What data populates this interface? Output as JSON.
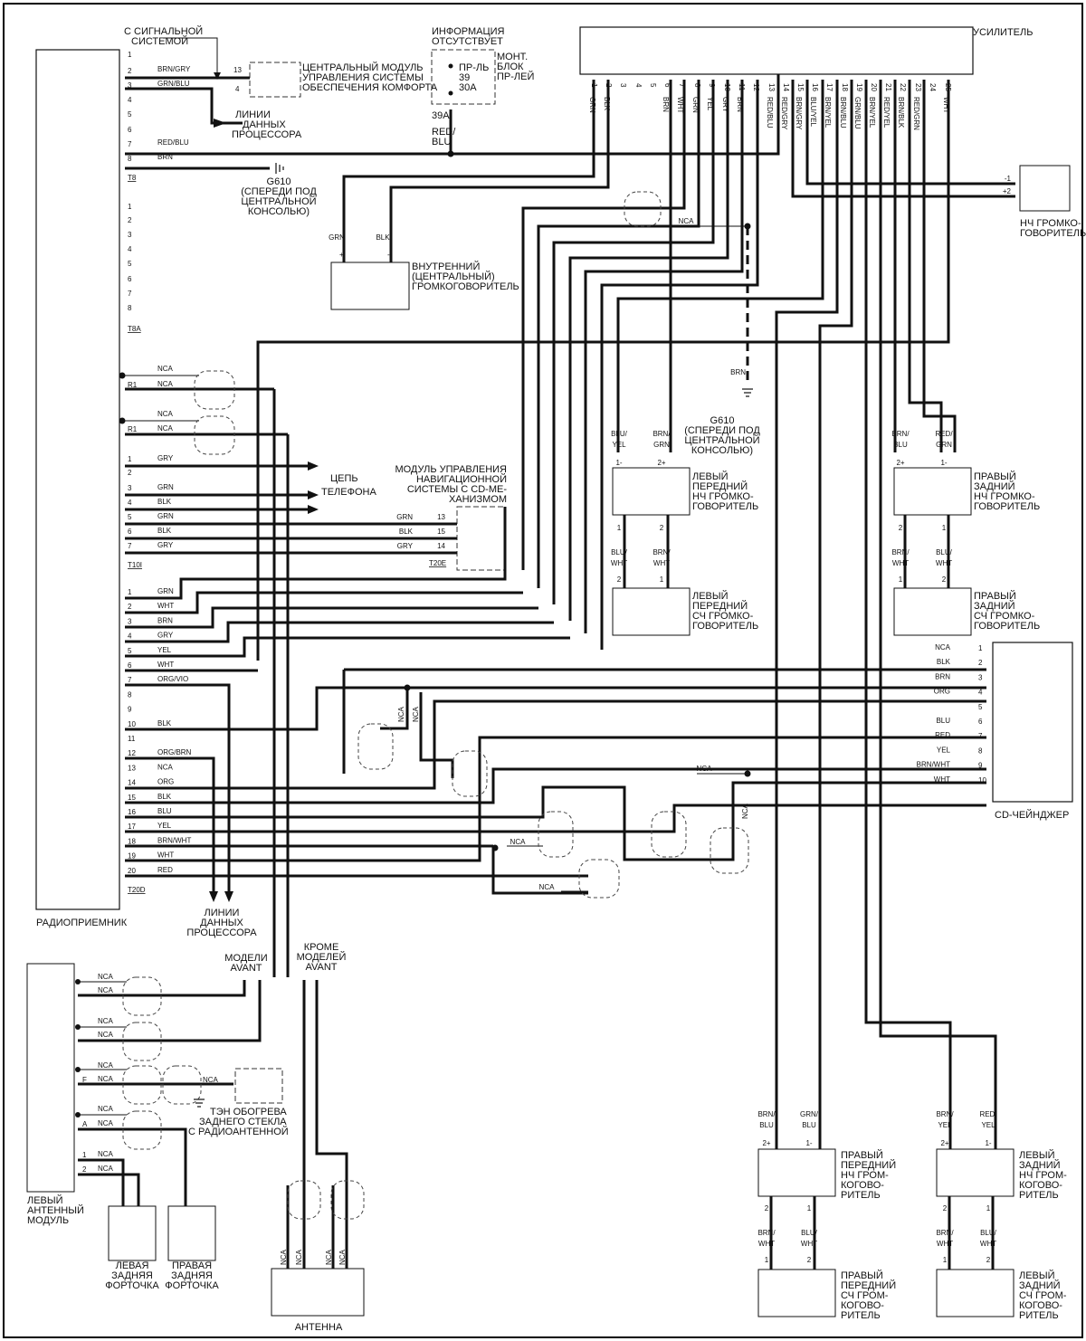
{
  "labels": {
    "radio": "РАДИОПРИЕМНИК",
    "amplifier": "УСИЛИТЕЛЬ",
    "cd_changer": "CD-ЧЕЙНДЖЕР",
    "alarm_1": "С СИГНАЛЬНОЙ",
    "alarm_2": "СИСТЕМОЙ",
    "comfort_1": "ЦЕНТРАЛЬНЫЙ МОДУЛЬ",
    "comfort_2": "УПРАВЛЕНИЯ СИСТЕМЫ",
    "comfort_3": "ОБЕСПЕЧЕНИЯ КОМФОРТА",
    "cpu_top_1": "ЛИНИИ",
    "cpu_top_2": "ДАННЫХ",
    "cpu_top_3": "ПРОЦЕССОРА",
    "no_info_1": "ИНФОРМАЦИЯ",
    "no_info_2": "ОТСУТСТВУЕТ",
    "relay_1": "МОНТ.",
    "relay_2": "БЛОК",
    "relay_3": "ПР-ЛЕЙ",
    "relay_pr": "ПР-ЛЬ",
    "relay_39": "39",
    "relay_30a": "30A",
    "relay_39a": "39A",
    "red_blu_1": "RED/",
    "red_blu_2": "BLU",
    "g610_top_1": "G610",
    "g610_top_2": "(СПЕРЕДИ ПОД",
    "g610_top_3": "ЦЕНТРАЛЬНОЙ",
    "g610_top_4": "КОНСОЛЬЮ)",
    "center_1": "ВНУТРЕННИЙ",
    "center_2": "(ЦЕНТРАЛЬНЫЙ)",
    "center_3": "ГРОМКОГОВОРИТЕЛЬ",
    "woofer_1": "НЧ ГРОМКО-",
    "woofer_2": "ГОВОРИТЕЛЬ",
    "g610_mid_1": "G610",
    "g610_mid_2": "(СПЕРЕДИ ПОД",
    "g610_mid_3": "ЦЕНТРАЛЬНОЙ",
    "g610_mid_4": "КОНСОЛЬЮ)",
    "lf_woofer_1": "ЛЕВЫЙ",
    "lf_woofer_2": "ПЕРЕДНИЙ",
    "lf_woofer_3": "НЧ ГРОМКО-",
    "lf_woofer_4": "ГОВОРИТЕЛЬ",
    "lf_mid_1": "ЛЕВЫЙ",
    "lf_mid_2": "ПЕРЕДНИЙ",
    "lf_mid_3": "СЧ ГРОМКО-",
    "lf_mid_4": "ГОВОРИТЕЛЬ",
    "rr_woofer_1": "ПРАВЫЙ",
    "rr_woofer_2": "ЗАДНИЙ",
    "rr_woofer_3": "НЧ ГРОМКО-",
    "rr_woofer_4": "ГОВОРИТЕЛЬ",
    "rr_mid_1": "ПРАВЫЙ",
    "rr_mid_2": "ЗАДНИЙ",
    "rr_mid_3": "СЧ ГРОМКО-",
    "rr_mid_4": "ГОВОРИТЕЛЬ",
    "phone_1": "ЦЕПЬ",
    "phone_2": "ТЕЛЕФОНА",
    "nav_1": "МОДУЛЬ УПРАВЛЕНИЯ",
    "nav_2": "НАВИГАЦИОННОЙ",
    "nav_3": "СИСТЕМЫ С CD-МЕ-",
    "nav_4": "ХАНИЗМОМ",
    "cpu_bot_1": "ЛИНИИ",
    "cpu_bot_2": "ДАННЫХ",
    "cpu_bot_3": "ПРОЦЕССОРА",
    "avant_1": "МОДЕЛИ",
    "avant_2": "AVANT",
    "not_avant_1": "КРОМЕ",
    "not_avant_2": "МОДЕЛЕЙ",
    "not_avant_3": "AVANT",
    "heater_1": "ТЭН ОБОГРЕВА",
    "heater_2": "ЗАДНЕГО СТЕКЛА",
    "heater_3": "С РАДИОАНТЕННОЙ",
    "antmod_1": "ЛЕВЫЙ",
    "antmod_2": "АНТЕННЫЙ",
    "antmod_3": "МОДУЛЬ",
    "lr_win_1": "ЛЕВАЯ",
    "lr_win_2": "ЗАДНЯЯ",
    "lr_win_3": "ФОРТОЧКА",
    "rr_win_1": "ПРАВАЯ",
    "rr_win_2": "ЗАДНЯЯ",
    "rr_win_3": "ФОРТОЧКА",
    "antenna": "АНТЕННА",
    "rf_woofer_1": "ПРАВЫЙ",
    "rf_woofer_2": "ПЕРЕДНИЙ",
    "rf_woofer_3": "НЧ ГРОМ-",
    "rf_woofer_4": "КОГОВО-",
    "rf_woofer_5": "РИТЕЛЬ",
    "rf_mid_1": "ПРАВЫЙ",
    "rf_mid_2": "ПЕРЕДНИЙ",
    "rf_mid_3": "СЧ ГРОМ-",
    "rf_mid_4": "КОГОВО-",
    "rf_mid_5": "РИТЕЛЬ",
    "lr_woofer_1": "ЛЕВЫЙ",
    "lr_woofer_2": "ЗАДНИЙ",
    "lr_woofer_3": "НЧ ГРОМ-",
    "lr_woofer_4": "КОГОВО-",
    "lr_woofer_5": "РИТЕЛЬ",
    "lr_mid_1": "ЛЕВЫЙ",
    "lr_mid_2": "ЗАДНИЙ",
    "lr_mid_3": "СЧ ГРОМ-",
    "lr_mid_4": "КОГОВО-",
    "lr_mid_5": "РИТЕЛЬ"
  },
  "connectors": {
    "t8": "T8",
    "t8a": "T8A",
    "t10i": "T10I",
    "t20e": "T20E",
    "t20d": "T20D"
  },
  "radio_pins": {
    "t8": [
      {
        "pin": "1",
        "wire": ""
      },
      {
        "pin": "2",
        "wire": "BRN/GRY"
      },
      {
        "pin": "3",
        "wire": "GRN/BLU"
      },
      {
        "pin": "4",
        "wire": ""
      },
      {
        "pin": "5",
        "wire": ""
      },
      {
        "pin": "6",
        "wire": ""
      },
      {
        "pin": "7",
        "wire": "RED/BLU"
      },
      {
        "pin": "8",
        "wire": "BRN"
      }
    ],
    "t8a": [
      "1",
      "2",
      "3",
      "4",
      "5",
      "6",
      "7",
      "8"
    ],
    "antenna_pins": [
      {
        "pin": "",
        "wire": "NCA"
      },
      {
        "pin": "R1",
        "wire": "NCA"
      },
      {
        "pin": "",
        "wire": "NCA"
      },
      {
        "pin": "R1",
        "wire": "NCA"
      }
    ],
    "t10i": [
      {
        "pin": "1",
        "wire": "GRY"
      },
      {
        "pin": "2",
        "wire": ""
      },
      {
        "pin": "3",
        "wire": "GRN"
      },
      {
        "pin": "4",
        "wire": "BLK"
      },
      {
        "pin": "5",
        "wire": "GRN"
      },
      {
        "pin": "6",
        "wire": "BLK"
      },
      {
        "pin": "7",
        "wire": "GRY"
      }
    ],
    "t20d": [
      {
        "pin": "1",
        "wire": "GRN"
      },
      {
        "pin": "2",
        "wire": "WHT"
      },
      {
        "pin": "3",
        "wire": "BRN"
      },
      {
        "pin": "4",
        "wire": "GRY"
      },
      {
        "pin": "5",
        "wire": "YEL"
      },
      {
        "pin": "6",
        "wire": "WHT"
      },
      {
        "pin": "7",
        "wire": "ORG/VIO"
      },
      {
        "pin": "8",
        "wire": ""
      },
      {
        "pin": "9",
        "wire": ""
      },
      {
        "pin": "10",
        "wire": "BLK"
      },
      {
        "pin": "11",
        "wire": ""
      },
      {
        "pin": "12",
        "wire": "ORG/BRN"
      },
      {
        "pin": "13",
        "wire": "NCA"
      },
      {
        "pin": "14",
        "wire": "ORG"
      },
      {
        "pin": "15",
        "wire": "BLK"
      },
      {
        "pin": "16",
        "wire": "BLU"
      },
      {
        "pin": "17",
        "wire": "YEL"
      },
      {
        "pin": "18",
        "wire": "BRN/WHT"
      },
      {
        "pin": "19",
        "wire": "WHT"
      },
      {
        "pin": "20",
        "wire": "RED"
      }
    ]
  },
  "nav_pins": [
    {
      "pin": "13",
      "wire": "GRN"
    },
    {
      "pin": "15",
      "wire": "BLK"
    },
    {
      "pin": "14",
      "wire": "GRY"
    }
  ],
  "comfort_pins": [
    "13",
    "4"
  ],
  "amplifier_pins": [
    {
      "pin": "1",
      "wire": "GRN"
    },
    {
      "pin": "2",
      "wire": "BLK"
    },
    {
      "pin": "3",
      "wire": ""
    },
    {
      "pin": "4",
      "wire": ""
    },
    {
      "pin": "5",
      "wire": ""
    },
    {
      "pin": "6",
      "wire": "BRN"
    },
    {
      "pin": "7",
      "wire": "WHT"
    },
    {
      "pin": "8",
      "wire": "GRN"
    },
    {
      "pin": "9",
      "wire": "YEL"
    },
    {
      "pin": "10",
      "wire": "GRY"
    },
    {
      "pin": "11",
      "wire": "BRN"
    },
    {
      "pin": "12",
      "wire": ""
    },
    {
      "pin": "13",
      "wire": "RED/BLU"
    },
    {
      "pin": "14",
      "wire": "RED/GRY"
    },
    {
      "pin": "15",
      "wire": "BRN/GRY"
    },
    {
      "pin": "16",
      "wire": "BLU/YEL"
    },
    {
      "pin": "17",
      "wire": "BRN/YEL"
    },
    {
      "pin": "18",
      "wire": "BRN/BLU"
    },
    {
      "pin": "19",
      "wire": "GRN/BLU"
    },
    {
      "pin": "20",
      "wire": "BRN/YEL"
    },
    {
      "pin": "21",
      "wire": "RED/YEL"
    },
    {
      "pin": "22",
      "wire": "BRN/BLK"
    },
    {
      "pin": "23",
      "wire": "RED/GRN"
    },
    {
      "pin": "24",
      "wire": ""
    },
    {
      "pin": "25",
      "wire": "WHT"
    }
  ],
  "cd_changer_pins": [
    {
      "pin": "1",
      "wire": "NCA"
    },
    {
      "pin": "2",
      "wire": "BLK"
    },
    {
      "pin": "3",
      "wire": "BRN"
    },
    {
      "pin": "4",
      "wire": "ORG"
    },
    {
      "pin": "5",
      "wire": ""
    },
    {
      "pin": "6",
      "wire": "BLU"
    },
    {
      "pin": "7",
      "wire": "RED"
    },
    {
      "pin": "8",
      "wire": "YEL"
    },
    {
      "pin": "9",
      "wire": "BRN/WHT"
    },
    {
      "pin": "10",
      "wire": "WHT"
    }
  ],
  "woofer_pins": [
    "-1",
    "+2"
  ],
  "speaker_wires": {
    "center": {
      "plus": "GRN",
      "minus": "BLK",
      "plus_sign": "+",
      "minus_sign": "-"
    },
    "lf_woofer": {
      "a": "BLU/",
      "a2": "YEL",
      "b": "BRN/",
      "b2": "GRN",
      "pin_a": "1-",
      "pin_b": "2+"
    },
    "lf_link": {
      "a": "BLU/",
      "a2": "WHT",
      "b": "BRN/",
      "b2": "WHT",
      "top_a": "1",
      "top_b": "2",
      "bot_a": "2",
      "bot_b": "1"
    },
    "rr_woofer": {
      "a": "BRN/",
      "a2": "BLU",
      "b": "RED/",
      "b2": "GRN",
      "pin_a": "2+",
      "pin_b": "1-"
    },
    "rr_link": {
      "a": "BRN/",
      "a2": "WHT",
      "b": "BLU/",
      "b2": "WHT",
      "top_a": "2",
      "top_b": "1",
      "bot_a": "1",
      "bot_b": "2"
    },
    "rf_woofer": {
      "a": "BRN/",
      "a2": "BLU",
      "b": "GRN/",
      "b2": "BLU",
      "pin_a": "2+",
      "pin_b": "1-"
    },
    "rf_link": {
      "a": "BRN/",
      "a2": "WHT",
      "b": "BLU/",
      "b2": "WHT",
      "top_a": "2",
      "top_b": "1",
      "bot_a": "1",
      "bot_b": "2"
    },
    "lr_woofer": {
      "a": "BRN/",
      "a2": "YEL",
      "b": "RED/",
      "b2": "YEL",
      "pin_a": "2+",
      "pin_b": "1-"
    },
    "lr_link": {
      "a": "BRN/",
      "a2": "WHT",
      "b": "BLU/",
      "b2": "WHT",
      "top_a": "2",
      "top_b": "1",
      "bot_a": "1",
      "bot_b": "2"
    }
  },
  "misc_wires": {
    "brn_ground": "BRN",
    "nca_amp": "NCA",
    "nca_a": "NCA",
    "nca_b": "NCA",
    "nca_c": "NCA",
    "nca_d": "NCA",
    "nca_e": "NCA",
    "nca_f": "NCA",
    "nca_ant_1": "NCA",
    "nca_ant_2": "NCA",
    "nca_ant_3": "NCA",
    "nca_ant_4": "NCA"
  },
  "antenna_module_pins": [
    {
      "pin": "",
      "wire": "NCA"
    },
    {
      "pin": "",
      "wire": "NCA"
    },
    {
      "pin": "",
      "wire": "NCA"
    },
    {
      "pin": "",
      "wire": "NCA"
    },
    {
      "pin": "",
      "wire": "NCA"
    },
    {
      "pin": "F",
      "wire": "NCA"
    },
    {
      "pin": "",
      "wire": "NCA"
    },
    {
      "pin": "A",
      "wire": "NCA"
    },
    {
      "pin": "1",
      "wire": "NCA"
    },
    {
      "pin": "2",
      "wire": "NCA"
    }
  ],
  "heater_wire": "NCA"
}
